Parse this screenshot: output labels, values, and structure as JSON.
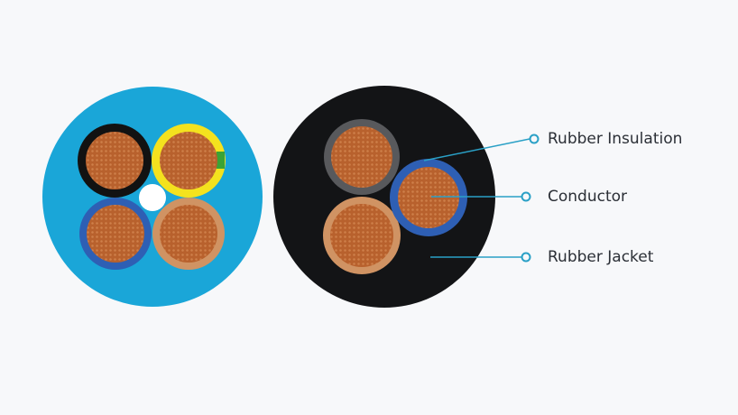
{
  "diagram": {
    "callouts": {
      "insulation": "Rubber Insulation",
      "conductor": "Conductor",
      "jacket": "Rubber Jacket"
    }
  },
  "colors": {
    "background": "#f7f8fa",
    "cable_left_jacket": "#1aa6d8",
    "cable_right_jacket": "#131416",
    "conductor": "#b8612d",
    "conductor_dot": "#d58a54",
    "insulation_black": "#121212",
    "insulation_yellow": "#f4e21e",
    "insulation_green": "#3aa335",
    "insulation_blue": "#2e5fb4",
    "insulation_brown": "#d09363",
    "insulation_grey": "#58595c",
    "filler_white": "#ffffff",
    "leader_line": "#2aa0c6"
  }
}
